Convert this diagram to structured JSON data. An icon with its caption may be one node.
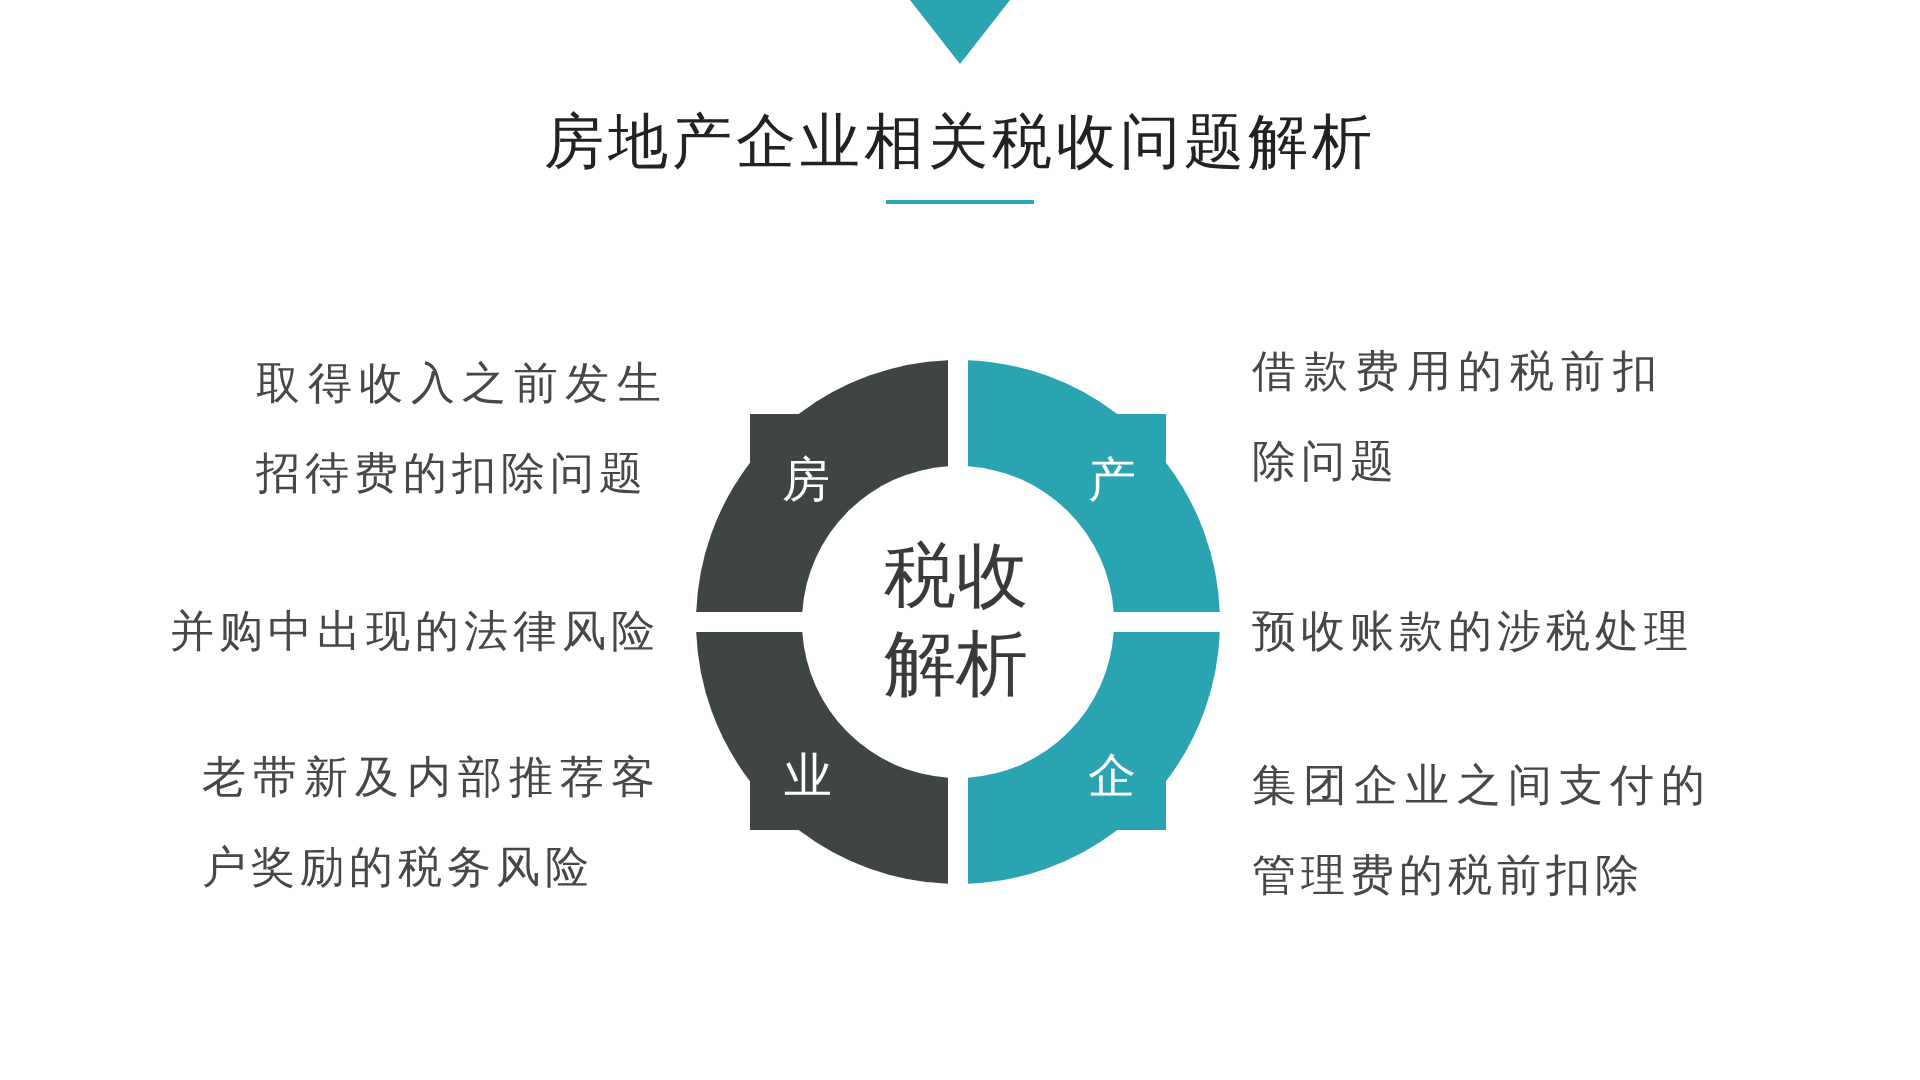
{
  "diagram": {
    "title": "房地产企业相关税收问题解析",
    "nodes": [
      {
        "text": [
          "房"
        ]
      },
      {
        "text": [
          "产"
        ]
      },
      {
        "text": [
          "税收解析"
        ]
      },
      {
        "text": [
          "业"
        ]
      },
      {
        "text": [
          "企"
        ]
      }
    ],
    "labels": [
      "取得收入之前发生招待费的扣除问题",
      "借款费用的税前扣除问题",
      "并购中出现的法律风险",
      "预收账款的涉税处理",
      "老带新及内部推荐客户奖励的税务风险",
      "集团企业之间支付的管理费的税前扣除"
    ]
  }
}
